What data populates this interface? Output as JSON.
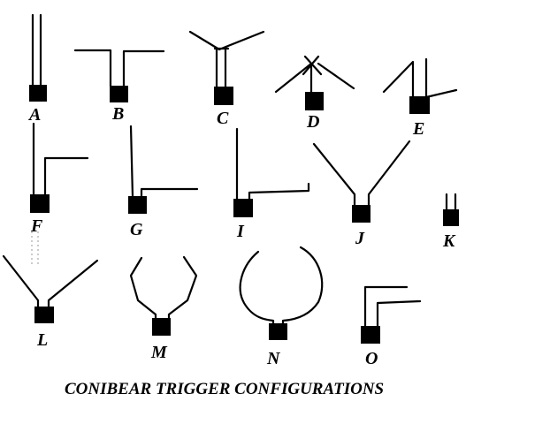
{
  "title": "CONIBEAR TRIGGER CONFIGURATIONS",
  "configurations": [
    {
      "id": "A",
      "label": "A"
    },
    {
      "id": "B",
      "label": "B"
    },
    {
      "id": "C",
      "label": "C"
    },
    {
      "id": "D",
      "label": "D"
    },
    {
      "id": "E",
      "label": "E"
    },
    {
      "id": "F",
      "label": "F"
    },
    {
      "id": "G",
      "label": "G"
    },
    {
      "id": "I",
      "label": "I"
    },
    {
      "id": "J",
      "label": "J"
    },
    {
      "id": "K",
      "label": "K"
    },
    {
      "id": "L",
      "label": "L"
    },
    {
      "id": "M",
      "label": "M"
    },
    {
      "id": "N",
      "label": "N"
    },
    {
      "id": "O",
      "label": "O"
    }
  ]
}
